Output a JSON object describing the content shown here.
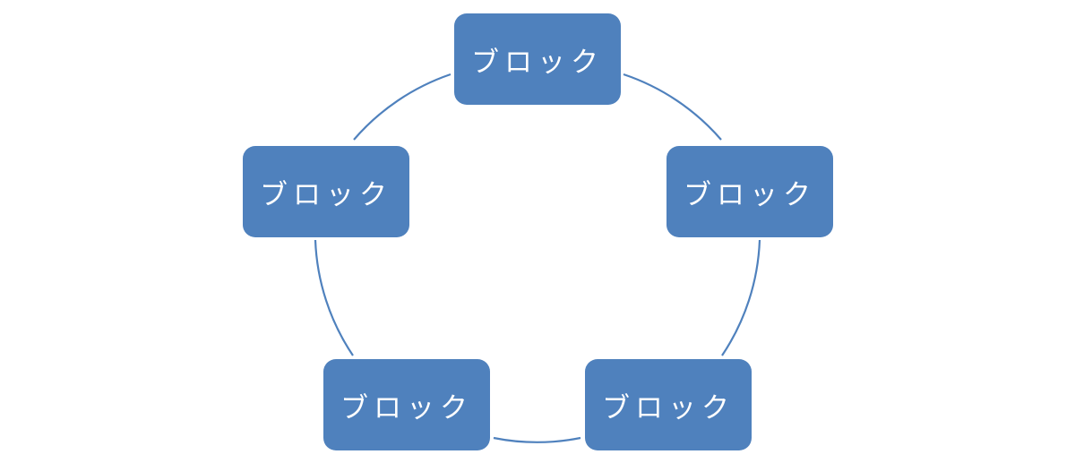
{
  "diagram": {
    "type": "cycle",
    "connector_color": "#4f81bd",
    "block_color": "#4f81bd",
    "label_color": "#ffffff",
    "blocks": [
      {
        "label": "ブロック"
      },
      {
        "label": "ブロック"
      },
      {
        "label": "ブロック"
      },
      {
        "label": "ブロック"
      },
      {
        "label": "ブロック"
      }
    ]
  }
}
